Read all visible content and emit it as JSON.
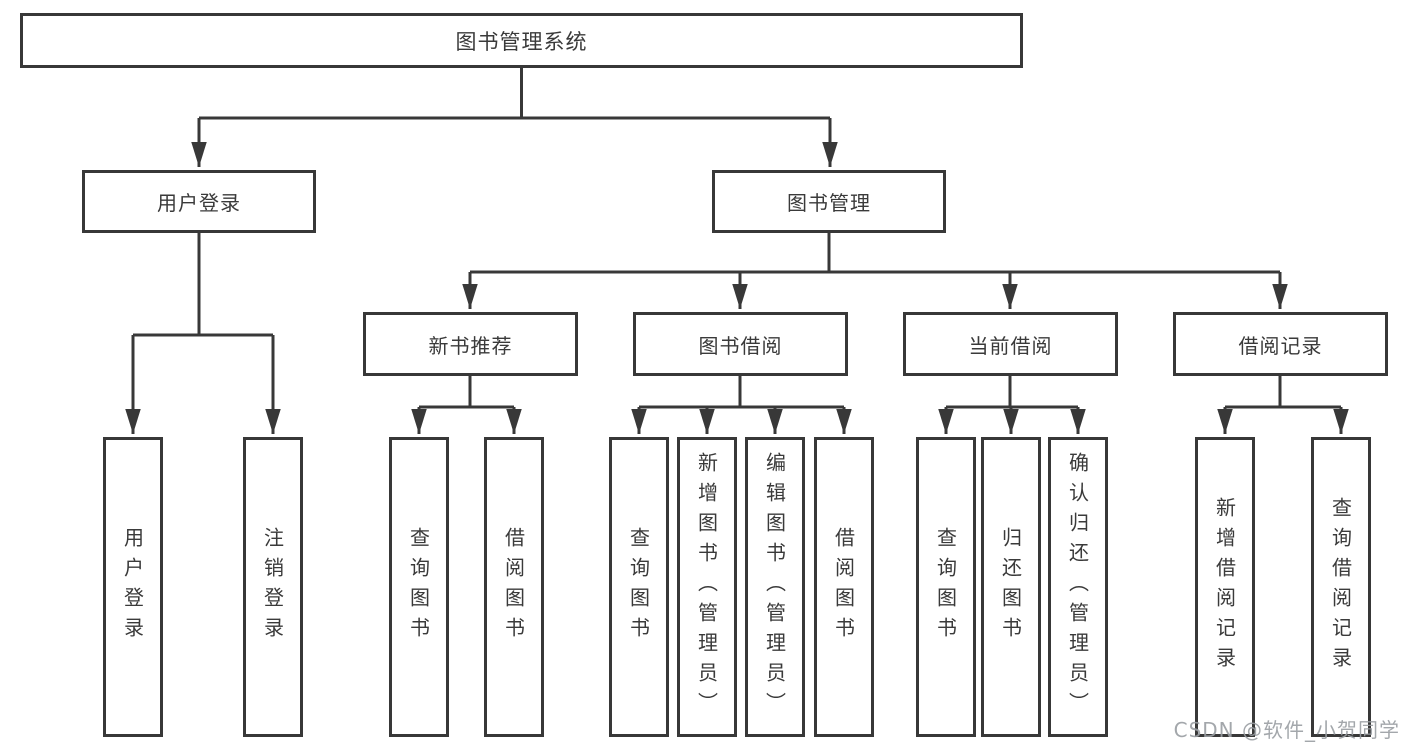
{
  "tree": {
    "root": {
      "label": "图书管理系统"
    },
    "level2": [
      {
        "label": "用户登录"
      },
      {
        "label": "图书管理"
      }
    ],
    "level3": [
      {
        "label": "新书推荐",
        "parent": "图书管理"
      },
      {
        "label": "图书借阅",
        "parent": "图书管理"
      },
      {
        "label": "当前借阅",
        "parent": "图书管理"
      },
      {
        "label": "借阅记录",
        "parent": "图书管理"
      }
    ],
    "leaves": [
      {
        "label": "用户登录",
        "parent": "用户登录"
      },
      {
        "label": "注销登录",
        "parent": "用户登录"
      },
      {
        "label": "查询图书",
        "parent": "新书推荐"
      },
      {
        "label": "借阅图书",
        "parent": "新书推荐"
      },
      {
        "label": "查询图书",
        "parent": "图书借阅"
      },
      {
        "label": "新增图书（管理员）",
        "parent": "图书借阅"
      },
      {
        "label": "编辑图书（管理员）",
        "parent": "图书借阅"
      },
      {
        "label": "借阅图书",
        "parent": "图书借阅"
      },
      {
        "label": "查询图书",
        "parent": "当前借阅"
      },
      {
        "label": "归还图书",
        "parent": "当前借阅"
      },
      {
        "label": "确认归还（管理员）",
        "parent": "当前借阅"
      },
      {
        "label": "新增借阅记录",
        "parent": "借阅记录"
      },
      {
        "label": "查询借阅记录",
        "parent": "借阅记录"
      }
    ]
  },
  "watermark": {
    "text": "CSDN @软件_小贺同学"
  },
  "colors": {
    "line": "#383838",
    "box_border": "#383838",
    "text": "#3a3a3a",
    "box_background": "#ffffff",
    "page_background": "#ffffff",
    "watermark": "#9a9ea3"
  }
}
